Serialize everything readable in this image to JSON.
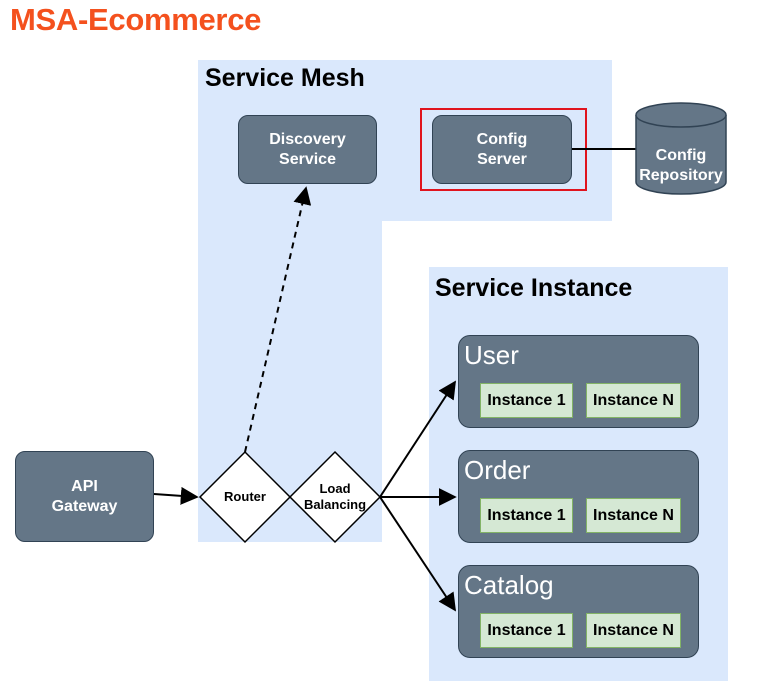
{
  "title": "MSA-Ecommerce",
  "service_mesh": {
    "title": "Service Mesh",
    "discovery": "Discovery\nService",
    "config_server": "Config\nServer"
  },
  "config_repository": "Config\nRepository",
  "api_gateway": "API\nGateway",
  "router": "Router",
  "load_balancing": "Load\nBalancing",
  "service_instance": {
    "title": "Service Instance",
    "groups": [
      {
        "name": "User",
        "instances": [
          "Instance 1",
          "Instance N"
        ]
      },
      {
        "name": "Order",
        "instances": [
          "Instance 1",
          "Instance N"
        ]
      },
      {
        "name": "Catalog",
        "instances": [
          "Instance 1",
          "Instance N"
        ]
      }
    ]
  },
  "colors": {
    "title": "#f4511e",
    "region_fill": "#dae8fc",
    "node_fill": "#647687",
    "instance_fill": "#d5e8d4",
    "highlight": "#e0141e"
  }
}
